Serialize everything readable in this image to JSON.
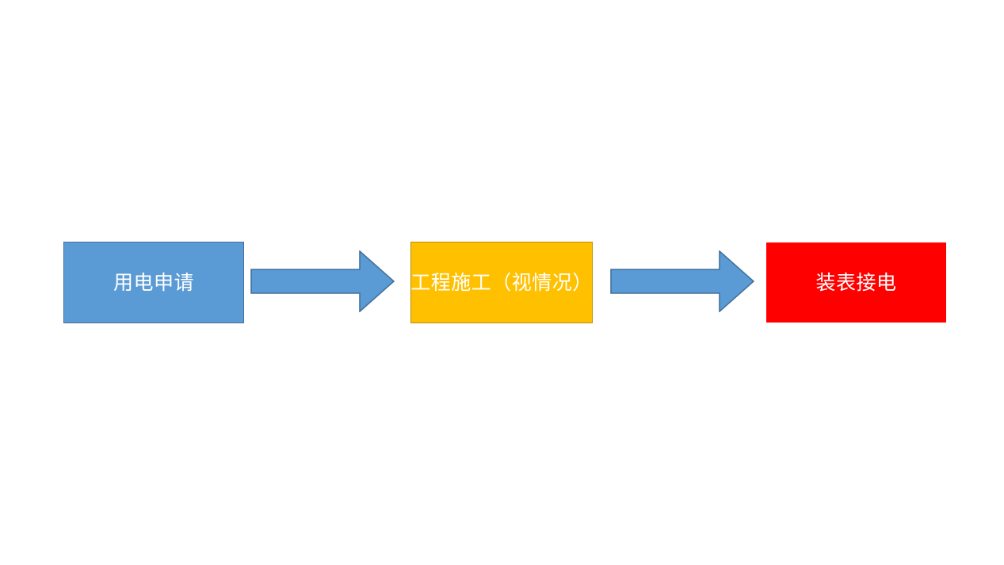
{
  "diagram": {
    "type": "process-flow",
    "orientation": "horizontal",
    "background_color": "#FFFFFF",
    "steps": [
      {
        "id": "apply",
        "label": "用电申请",
        "fill_color": "#5B9BD5",
        "border_color": "#41719C",
        "text_color": "#FFFFFF"
      },
      {
        "id": "construct",
        "label": "工程施工（视情况）",
        "fill_color": "#FFC000",
        "border_color": "#BF9000",
        "text_color": "#FFFFFF"
      },
      {
        "id": "connect",
        "label": "装表接电",
        "fill_color": "#FF0000",
        "border_color": "#FF0000",
        "text_color": "#FFFFFF"
      }
    ],
    "connectors": [
      {
        "id": "arrow-1",
        "icon": "right-block-arrow-icon",
        "from": "apply",
        "to": "construct",
        "fill_color": "#5B9BD5",
        "stroke_color": "#41719C"
      },
      {
        "id": "arrow-2",
        "icon": "right-block-arrow-icon",
        "from": "construct",
        "to": "connect",
        "fill_color": "#5B9BD5",
        "stroke_color": "#41719C"
      }
    ]
  }
}
